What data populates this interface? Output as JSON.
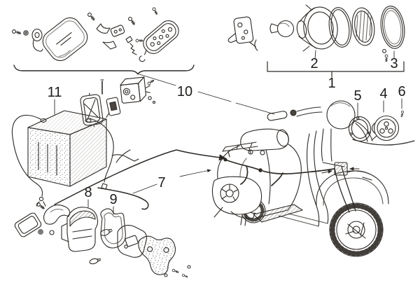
{
  "colors": {
    "paper": "#ffffff",
    "ink": "#2e2a26"
  },
  "labels": [
    {
      "text": "1"
    },
    {
      "text": "2"
    },
    {
      "text": "3"
    },
    {
      "text": "4"
    },
    {
      "text": "5"
    },
    {
      "text": "6"
    },
    {
      "text": "7"
    },
    {
      "text": "8"
    },
    {
      "text": "9"
    },
    {
      "text": "10"
    },
    {
      "text": "11"
    }
  ]
}
